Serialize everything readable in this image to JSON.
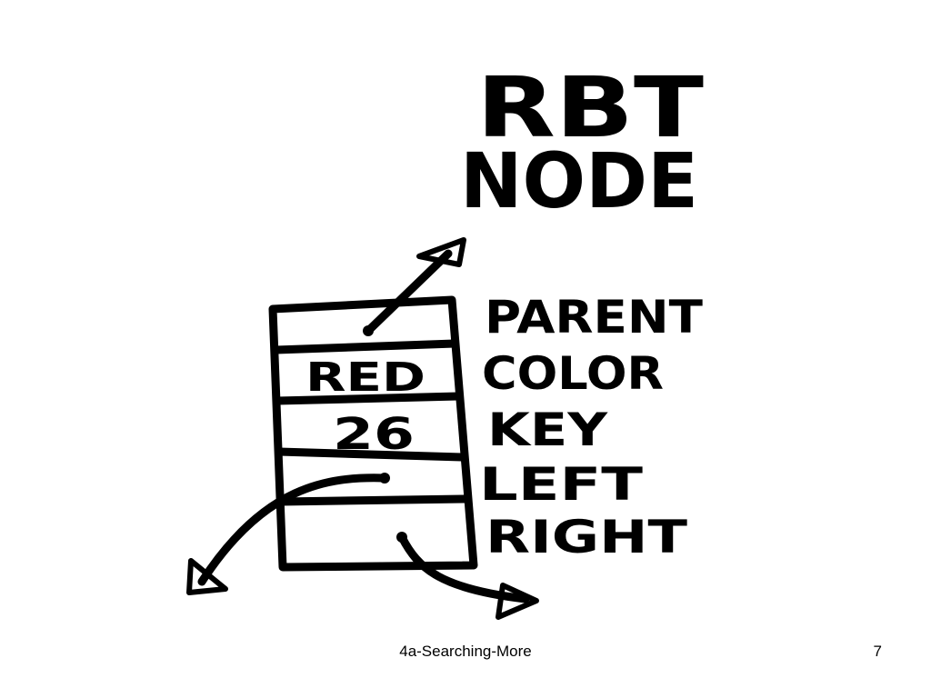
{
  "slide": {
    "title_line1": "RBT",
    "title_line2": "NODE",
    "node": {
      "color_value": "RED",
      "key_value": "26"
    },
    "field_labels": [
      "PARENT",
      "COLOR",
      "KEY",
      "LEFT",
      "RIGHT"
    ],
    "footer_title": "4a-Searching-More",
    "page_number": "7"
  }
}
